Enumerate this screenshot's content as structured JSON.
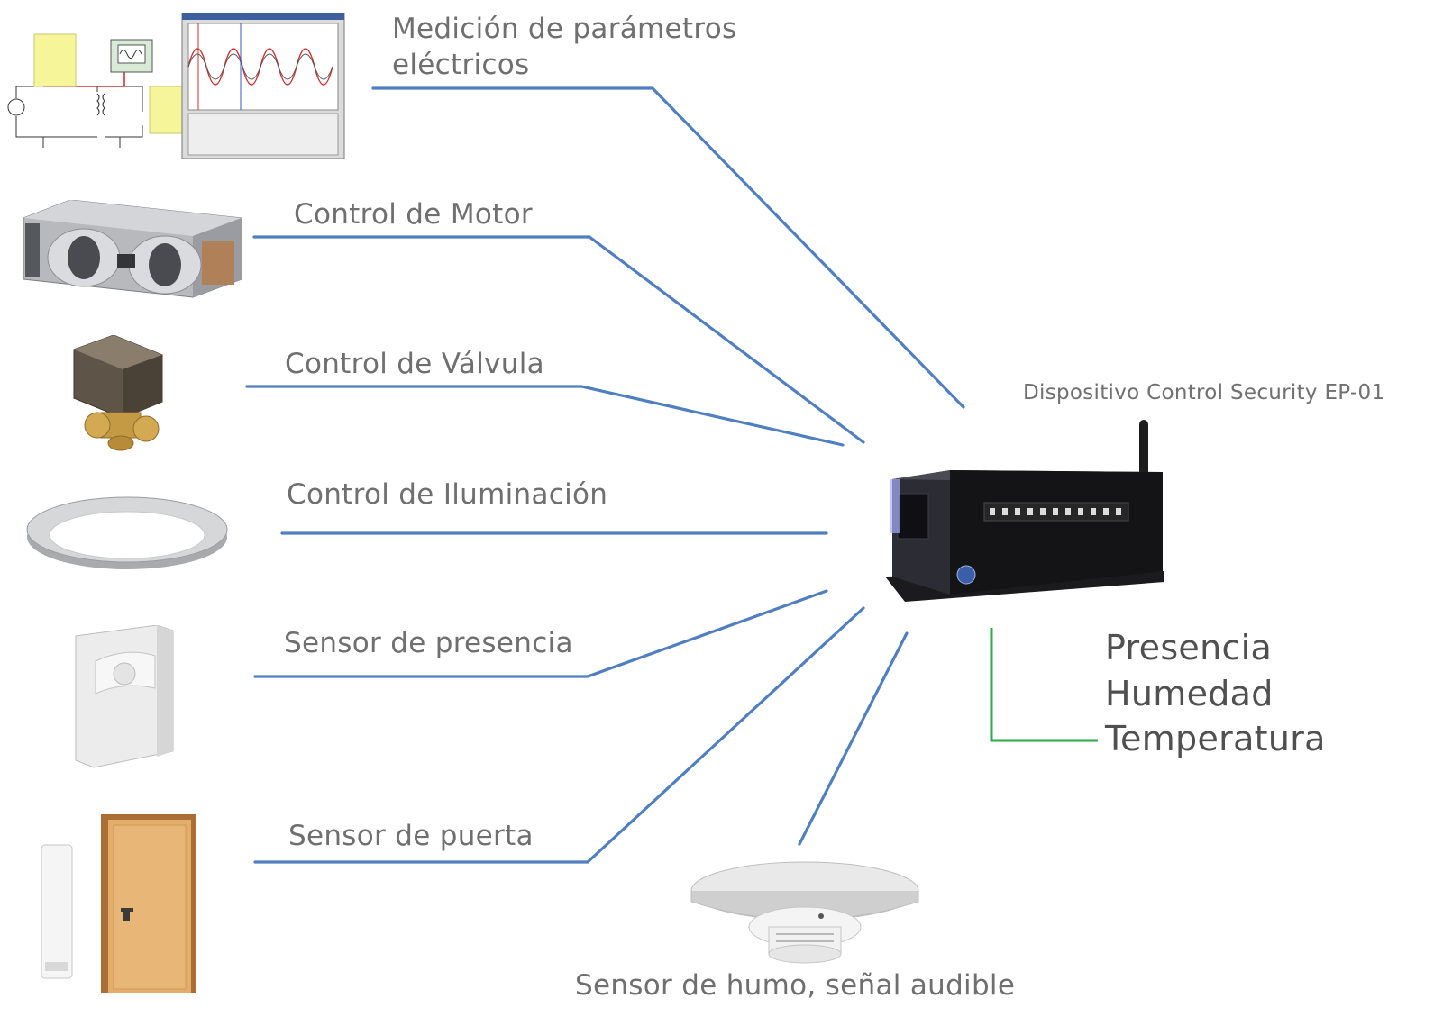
{
  "labels": {
    "medicion_line1": "Medición de parámetros",
    "medicion_line2": "eléctricos",
    "motor": "Control de Motor",
    "valvula": "Control de Válvula",
    "iluminacion": "Control de Iluminación",
    "presencia": "Sensor de presencia",
    "puerta": "Sensor de puerta",
    "humo": "Sensor de humo, señal audible",
    "dispositivo": "Dispositivo Control Security EP-01"
  },
  "built_in_sensors": [
    "Presencia",
    "Humedad",
    "Temperatura"
  ],
  "colors": {
    "wire": "#4f7fc0",
    "sensor_wire": "#2eaa4a",
    "label_text": "#6f6f6f"
  },
  "icons": {
    "medicion": "oscilloscope-circuit-icon",
    "motor": "fan-coil-motor-icon",
    "valvula": "valve-actuator-icon",
    "iluminacion": "ceiling-light-icon",
    "presencia": "motion-sensor-icon",
    "puerta": "door-sensor-icon",
    "humo": "smoke-detector-icon",
    "dispositivo": "control-device-icon"
  }
}
